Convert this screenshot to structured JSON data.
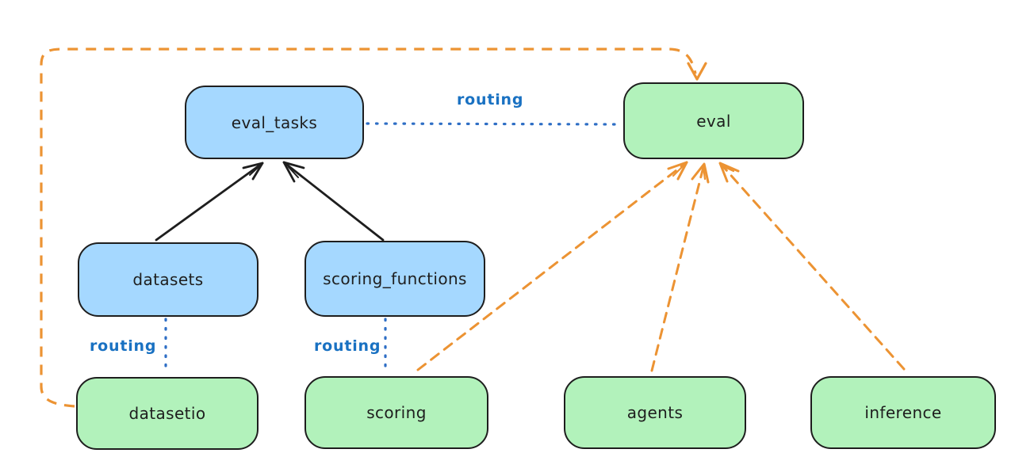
{
  "diagram": {
    "kind": "flow-diagram",
    "background": "#ffffff"
  },
  "nodes": {
    "eval_tasks": {
      "label": "eval_tasks",
      "group": "resource",
      "fill": "#a5d8ff"
    },
    "datasets": {
      "label": "datasets",
      "group": "resource",
      "fill": "#a5d8ff"
    },
    "scoring_functions": {
      "label": "scoring_functions",
      "group": "resource",
      "fill": "#a5d8ff"
    },
    "eval": {
      "label": "eval",
      "group": "api",
      "fill": "#b2f2bb"
    },
    "datasetio": {
      "label": "datasetio",
      "group": "api",
      "fill": "#b2f2bb"
    },
    "scoring": {
      "label": "scoring",
      "group": "api",
      "fill": "#b2f2bb"
    },
    "agents": {
      "label": "agents",
      "group": "api",
      "fill": "#b2f2bb"
    },
    "inference": {
      "label": "inference",
      "group": "api",
      "fill": "#b2f2bb"
    }
  },
  "edge_labels": {
    "eval_tasks_eval": "routing",
    "datasets_datasetio": "routing",
    "scoring_functions_scoring": "routing"
  },
  "edges": [
    {
      "from": "datasets",
      "to": "eval_tasks",
      "style": "solid",
      "color": "#1e1e1e",
      "arrow": true
    },
    {
      "from": "scoring_functions",
      "to": "eval_tasks",
      "style": "solid",
      "color": "#1e1e1e",
      "arrow": true
    },
    {
      "from": "eval_tasks",
      "to": "eval",
      "style": "dotted",
      "color": "#1971c2",
      "arrow": false,
      "label": "routing"
    },
    {
      "from": "datasets",
      "to": "datasetio",
      "style": "dotted",
      "color": "#1971c2",
      "arrow": false,
      "label": "routing"
    },
    {
      "from": "scoring_functions",
      "to": "scoring",
      "style": "dotted",
      "color": "#1971c2",
      "arrow": false,
      "label": "routing"
    },
    {
      "from": "datasetio",
      "to": "eval",
      "style": "dashed",
      "color": "#ec9333",
      "arrow": true,
      "route": "left-edge-then-top"
    },
    {
      "from": "scoring",
      "to": "eval",
      "style": "dashed",
      "color": "#ec9333",
      "arrow": true
    },
    {
      "from": "agents",
      "to": "eval",
      "style": "dashed",
      "color": "#ec9333",
      "arrow": true
    },
    {
      "from": "inference",
      "to": "eval",
      "style": "dashed",
      "color": "#ec9333",
      "arrow": true
    }
  ],
  "colors": {
    "node_stroke": "#1e1e1e",
    "resource_fill_blue": "#a5d8ff",
    "api_fill_green": "#b2f2bb",
    "routing_blue": "#1971c2",
    "provider_orange": "#ec9333",
    "solid_arrow_black": "#1e1e1e",
    "background": "#ffffff"
  }
}
